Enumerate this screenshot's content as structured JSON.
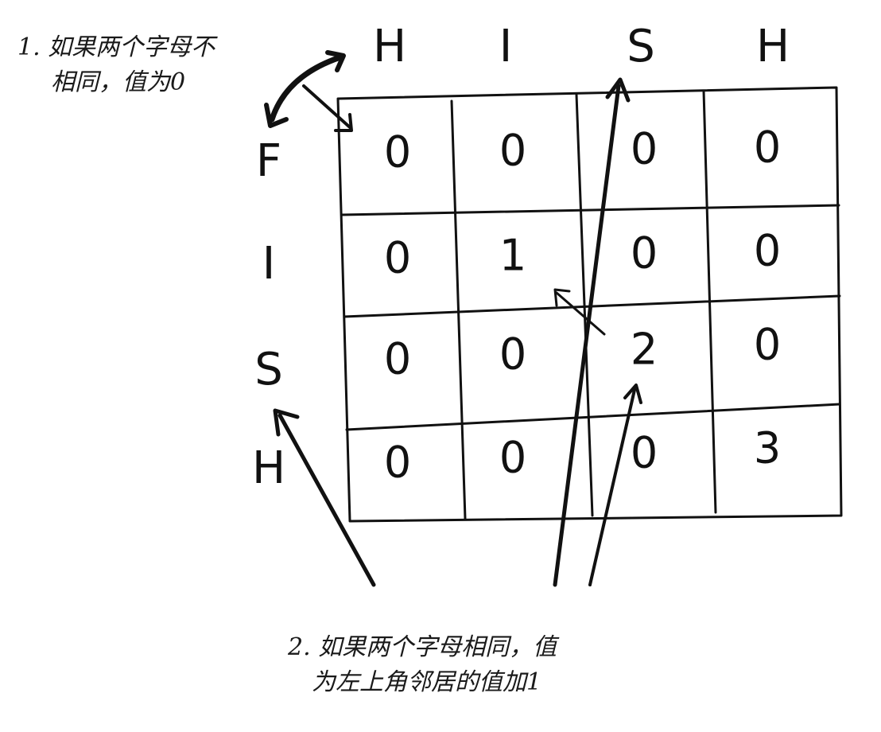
{
  "top_letters": [
    "H",
    "I",
    "S",
    "H"
  ],
  "left_letters": [
    "F",
    "I",
    "S",
    "H"
  ],
  "grid": [
    [
      "0",
      "0",
      "0",
      "0"
    ],
    [
      "0",
      "1",
      "0",
      "0"
    ],
    [
      "0",
      "0",
      "2",
      "0"
    ],
    [
      "0",
      "0",
      "0",
      "3"
    ]
  ],
  "notes": {
    "rule_1": [
      "1. 如果两个字母不",
      "相同，值为0"
    ],
    "rule_2": [
      "2. 如果两个字母相同，值",
      "为左上角邻居的值加1"
    ]
  },
  "colors": {
    "ink": "#111111",
    "background": "#ffffff"
  }
}
